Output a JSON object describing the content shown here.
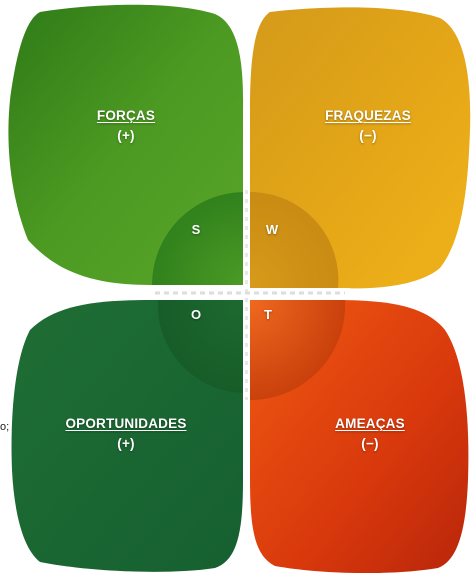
{
  "quadrants": {
    "strengths": {
      "title": "FORÇAS",
      "sign": "(+)",
      "letter": "S",
      "color": "#3f8f1f"
    },
    "weaknesses": {
      "title": "FRAQUEZAS",
      "sign": "(−)",
      "letter": "W",
      "color": "#e0a21a"
    },
    "opportunities": {
      "title": "OPORTUNIDADES",
      "sign": "(+)",
      "letter": "O",
      "color": "#1e6b32"
    },
    "threats": {
      "title": "AMEAÇAS",
      "sign": "(−)",
      "letter": "T",
      "color": "#e8480e"
    }
  },
  "stray_text": "o;"
}
